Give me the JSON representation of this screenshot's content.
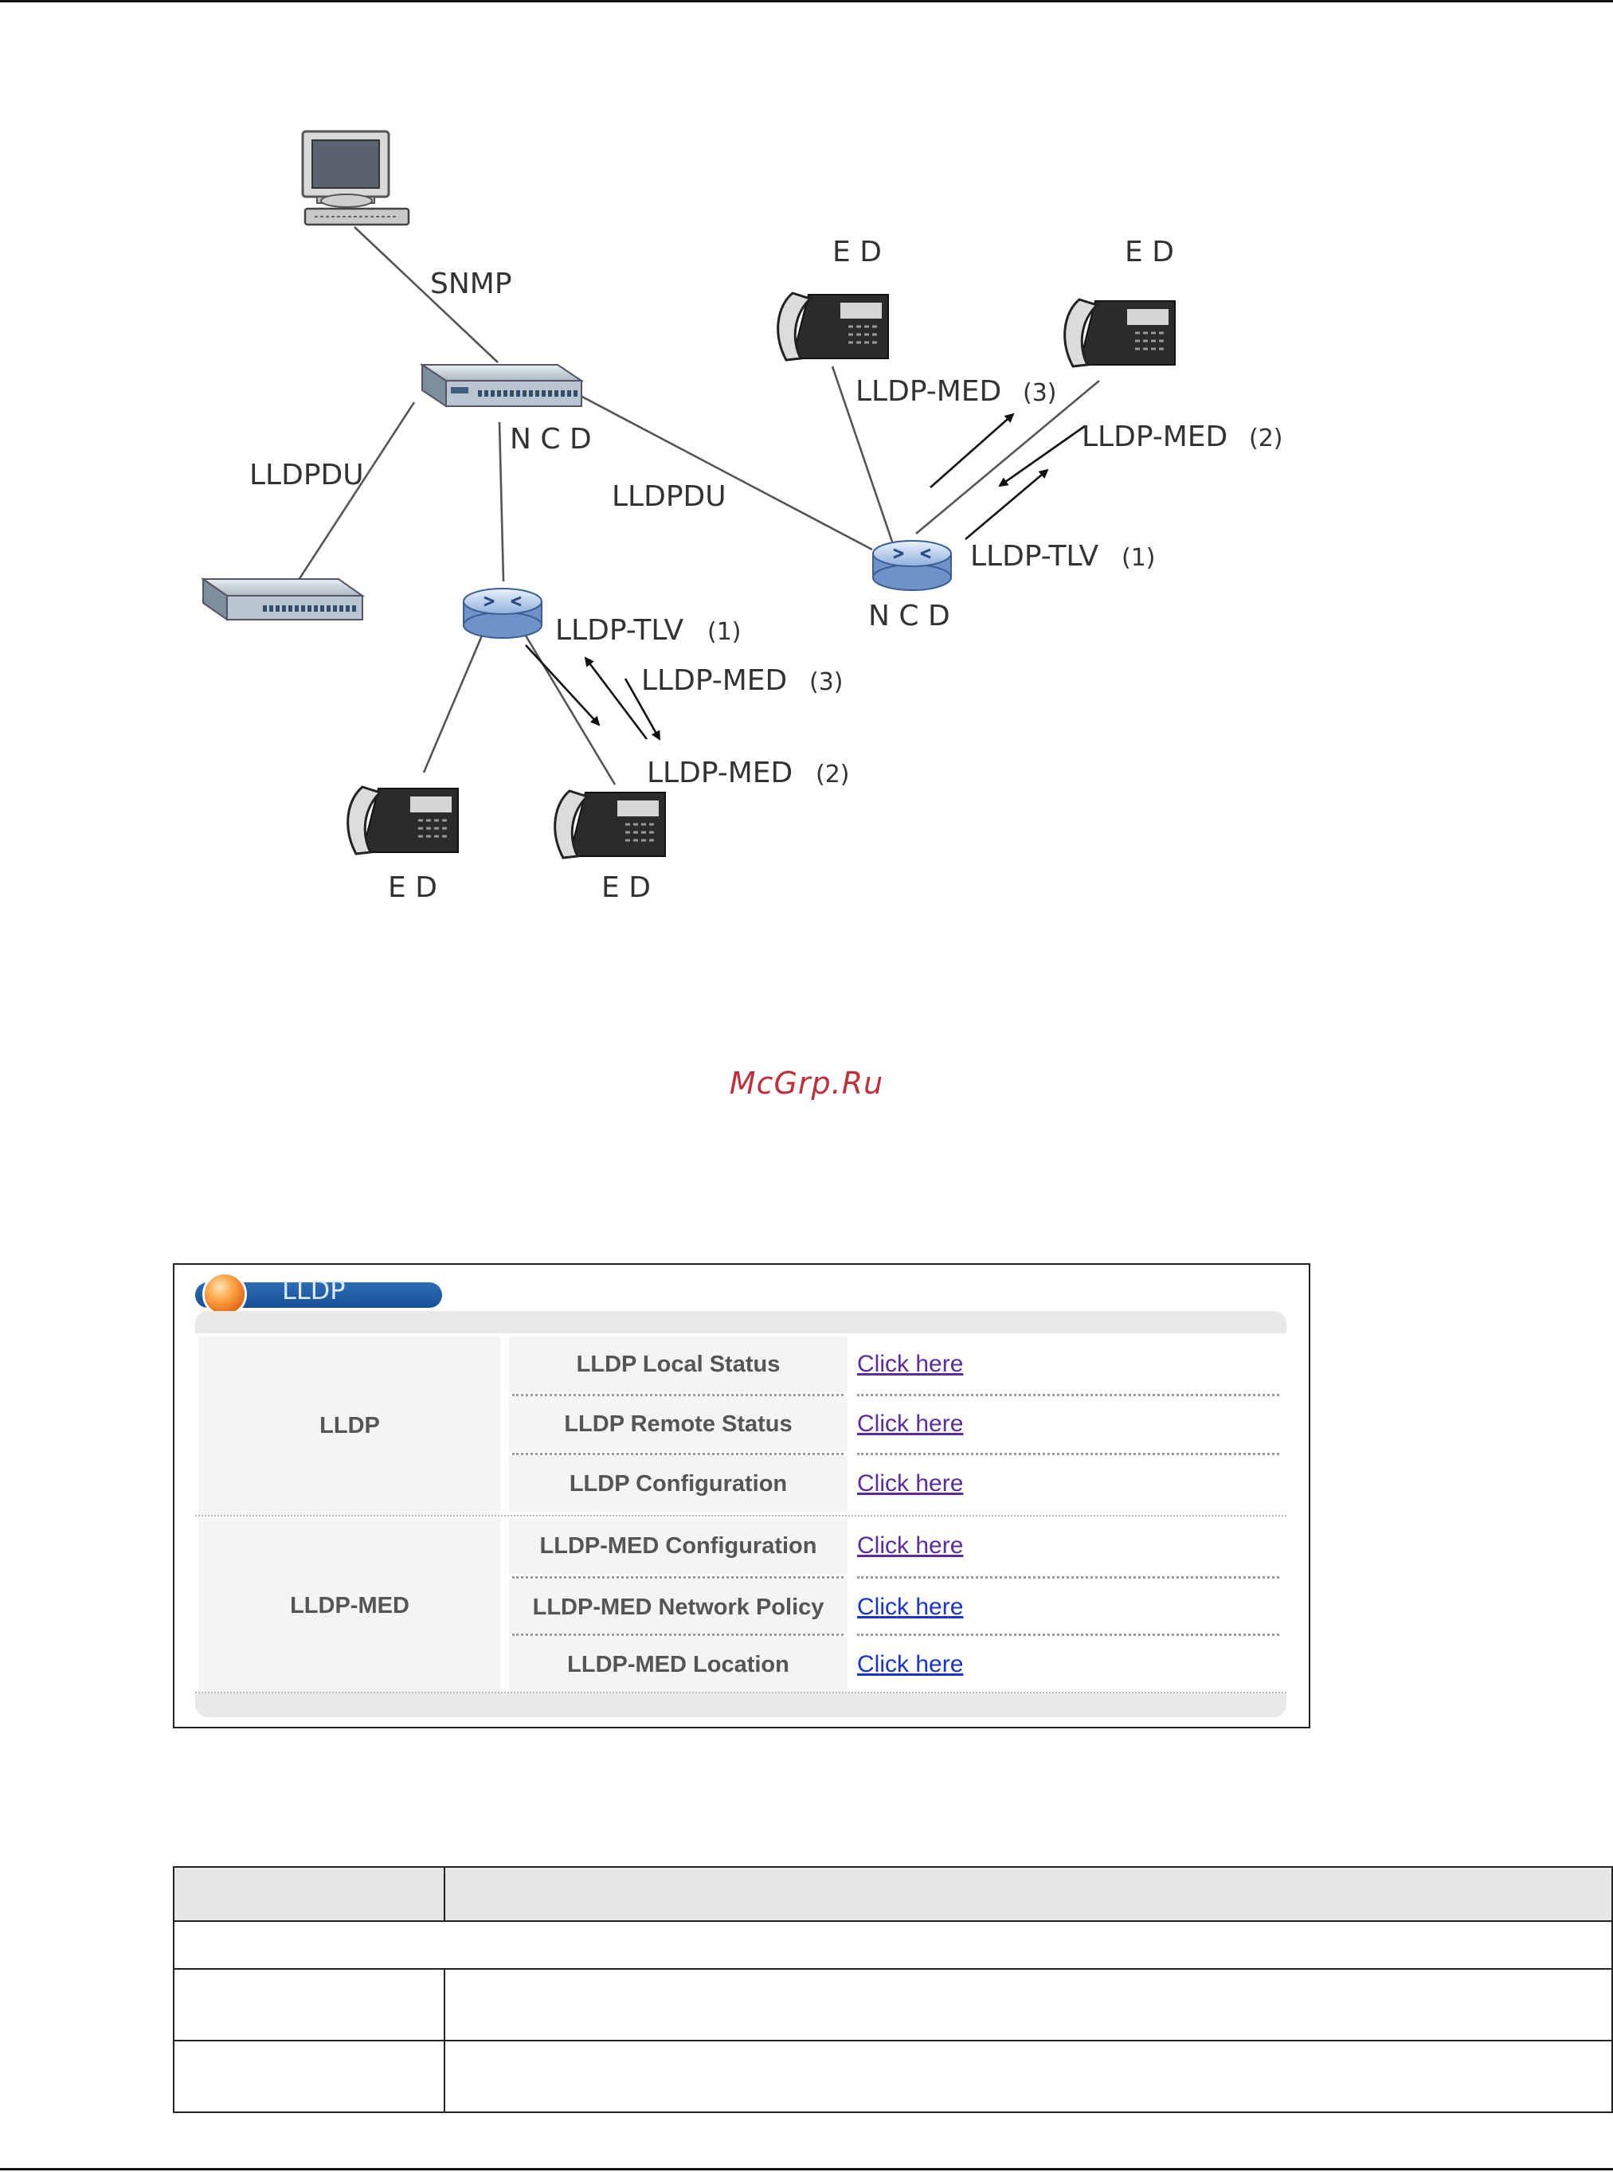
{
  "diagram": {
    "labels": {
      "snmp": "SNMP",
      "ncd_top": "N C D",
      "ncd_right": "N C D",
      "lldpdu_left": "LLDPDU",
      "lldpdu_mid": "LLDPDU",
      "ed_top_left": "E D",
      "ed_top_right": "E D",
      "ed_bottom_left": "E D",
      "ed_bottom_right": "E D",
      "right_med3": "LLDP-MED",
      "right_med3_num": "(3)",
      "right_med2": "LLDP-MED",
      "right_med2_num": "(2)",
      "right_tlv": "LLDP-TLV",
      "right_tlv_num": "(1)",
      "left_tlv": "LLDP-TLV",
      "left_tlv_num": "(1)",
      "left_med3": "LLDP-MED",
      "left_med3_num": "(3)",
      "left_med2": "LLDP-MED",
      "left_med2_num": "(2)"
    }
  },
  "watermark": "McGrp.Ru",
  "lldp_screen": {
    "title": "LLDP",
    "groups": [
      {
        "label": "LLDP",
        "items": [
          {
            "label": "LLDP Local Status",
            "link": "Click here"
          },
          {
            "label": "LLDP Remote Status",
            "link": "Click here"
          },
          {
            "label": "LLDP Configuration",
            "link": "Click here"
          }
        ]
      },
      {
        "label": "LLDP-MED",
        "items": [
          {
            "label": "LLDP-MED Configuration",
            "link": "Click here"
          },
          {
            "label": "LLDP-MED Network Policy",
            "link": "Click here"
          },
          {
            "label": "LLDP-MED Location",
            "link": "Click here"
          }
        ]
      }
    ]
  }
}
